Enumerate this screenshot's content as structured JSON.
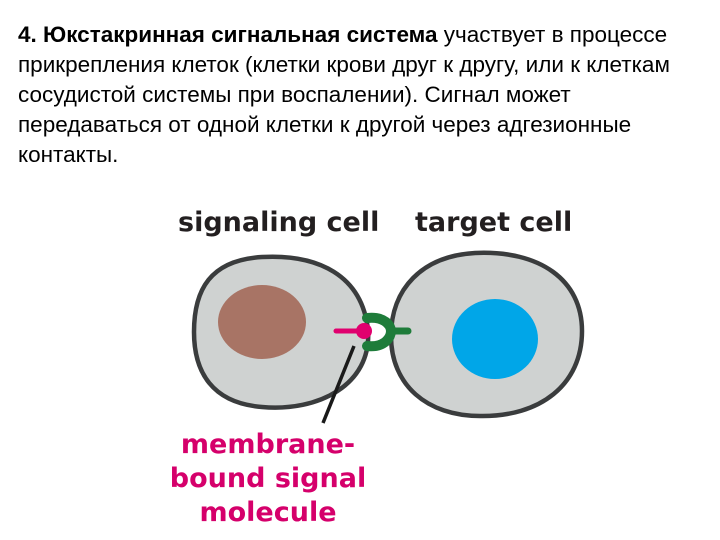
{
  "text": {
    "bold_lead": "4. Юкстакринная сигнальная система",
    "rest": " участвует в процессе прикрепления клеток (клетки крови друг к другу, или к клеткам сосудистой системы при воспалении). Сигнал может передаваться от одной клетки к другой через адгезионные контакты."
  },
  "diagram": {
    "signaling_cell_label": "signaling cell",
    "target_cell_label": "target cell",
    "molecule_label_line1": "membrane-",
    "molecule_label_line2": "bound signal",
    "molecule_label_line3": "molecule",
    "colors": {
      "cell_fill": "#cfd2d1",
      "cell_stroke": "#3a3c3d",
      "signaling_nucleus": "#a87465",
      "target_nucleus": "#00a6e8",
      "signal_molecule": "#e0006e",
      "receptor": "#1e7c3a",
      "label_black": "#231f20",
      "label_magenta": "#d5006b"
    }
  }
}
